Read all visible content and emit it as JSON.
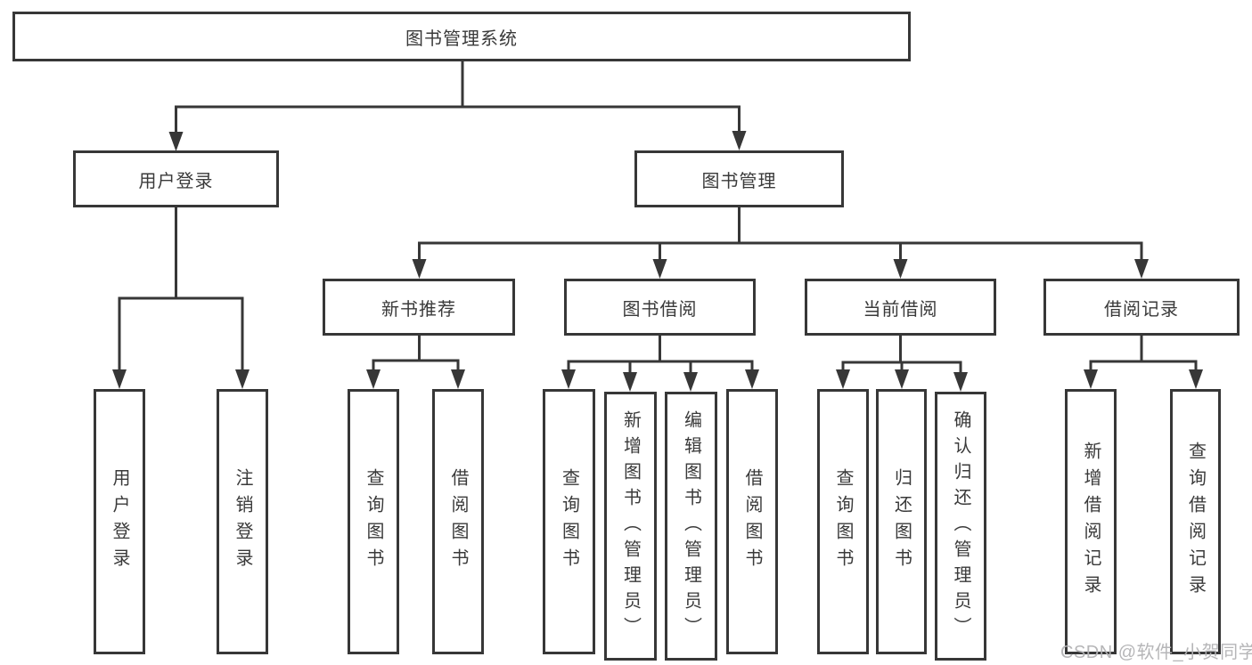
{
  "page": {
    "background": "#ffffff",
    "line_color": "#373737",
    "text_color": "#3a3a3a"
  },
  "tree": {
    "label": "图书管理系统",
    "children": [
      {
        "label": "用户登录",
        "children": [
          {
            "label": "用户登录"
          },
          {
            "label": "注销登录"
          }
        ]
      },
      {
        "label": "图书管理",
        "children": [
          {
            "label": "新书推荐",
            "children": [
              {
                "label": "查询图书"
              },
              {
                "label": "借阅图书"
              }
            ]
          },
          {
            "label": "图书借阅",
            "children": [
              {
                "label": "查询图书"
              },
              {
                "label": "新增图书（管理员）"
              },
              {
                "label": "编辑图书（管理员）"
              },
              {
                "label": "借阅图书"
              }
            ]
          },
          {
            "label": "当前借阅",
            "children": [
              {
                "label": "查询图书"
              },
              {
                "label": "归还图书"
              },
              {
                "label": "确认归还（管理员）"
              }
            ]
          },
          {
            "label": "借阅记录",
            "children": [
              {
                "label": "新增借阅记录"
              },
              {
                "label": "查询借阅记录"
              }
            ]
          }
        ]
      }
    ]
  },
  "watermark": {
    "text": "CSDN @软件_小贺同学",
    "color": "#b2b2b4"
  }
}
